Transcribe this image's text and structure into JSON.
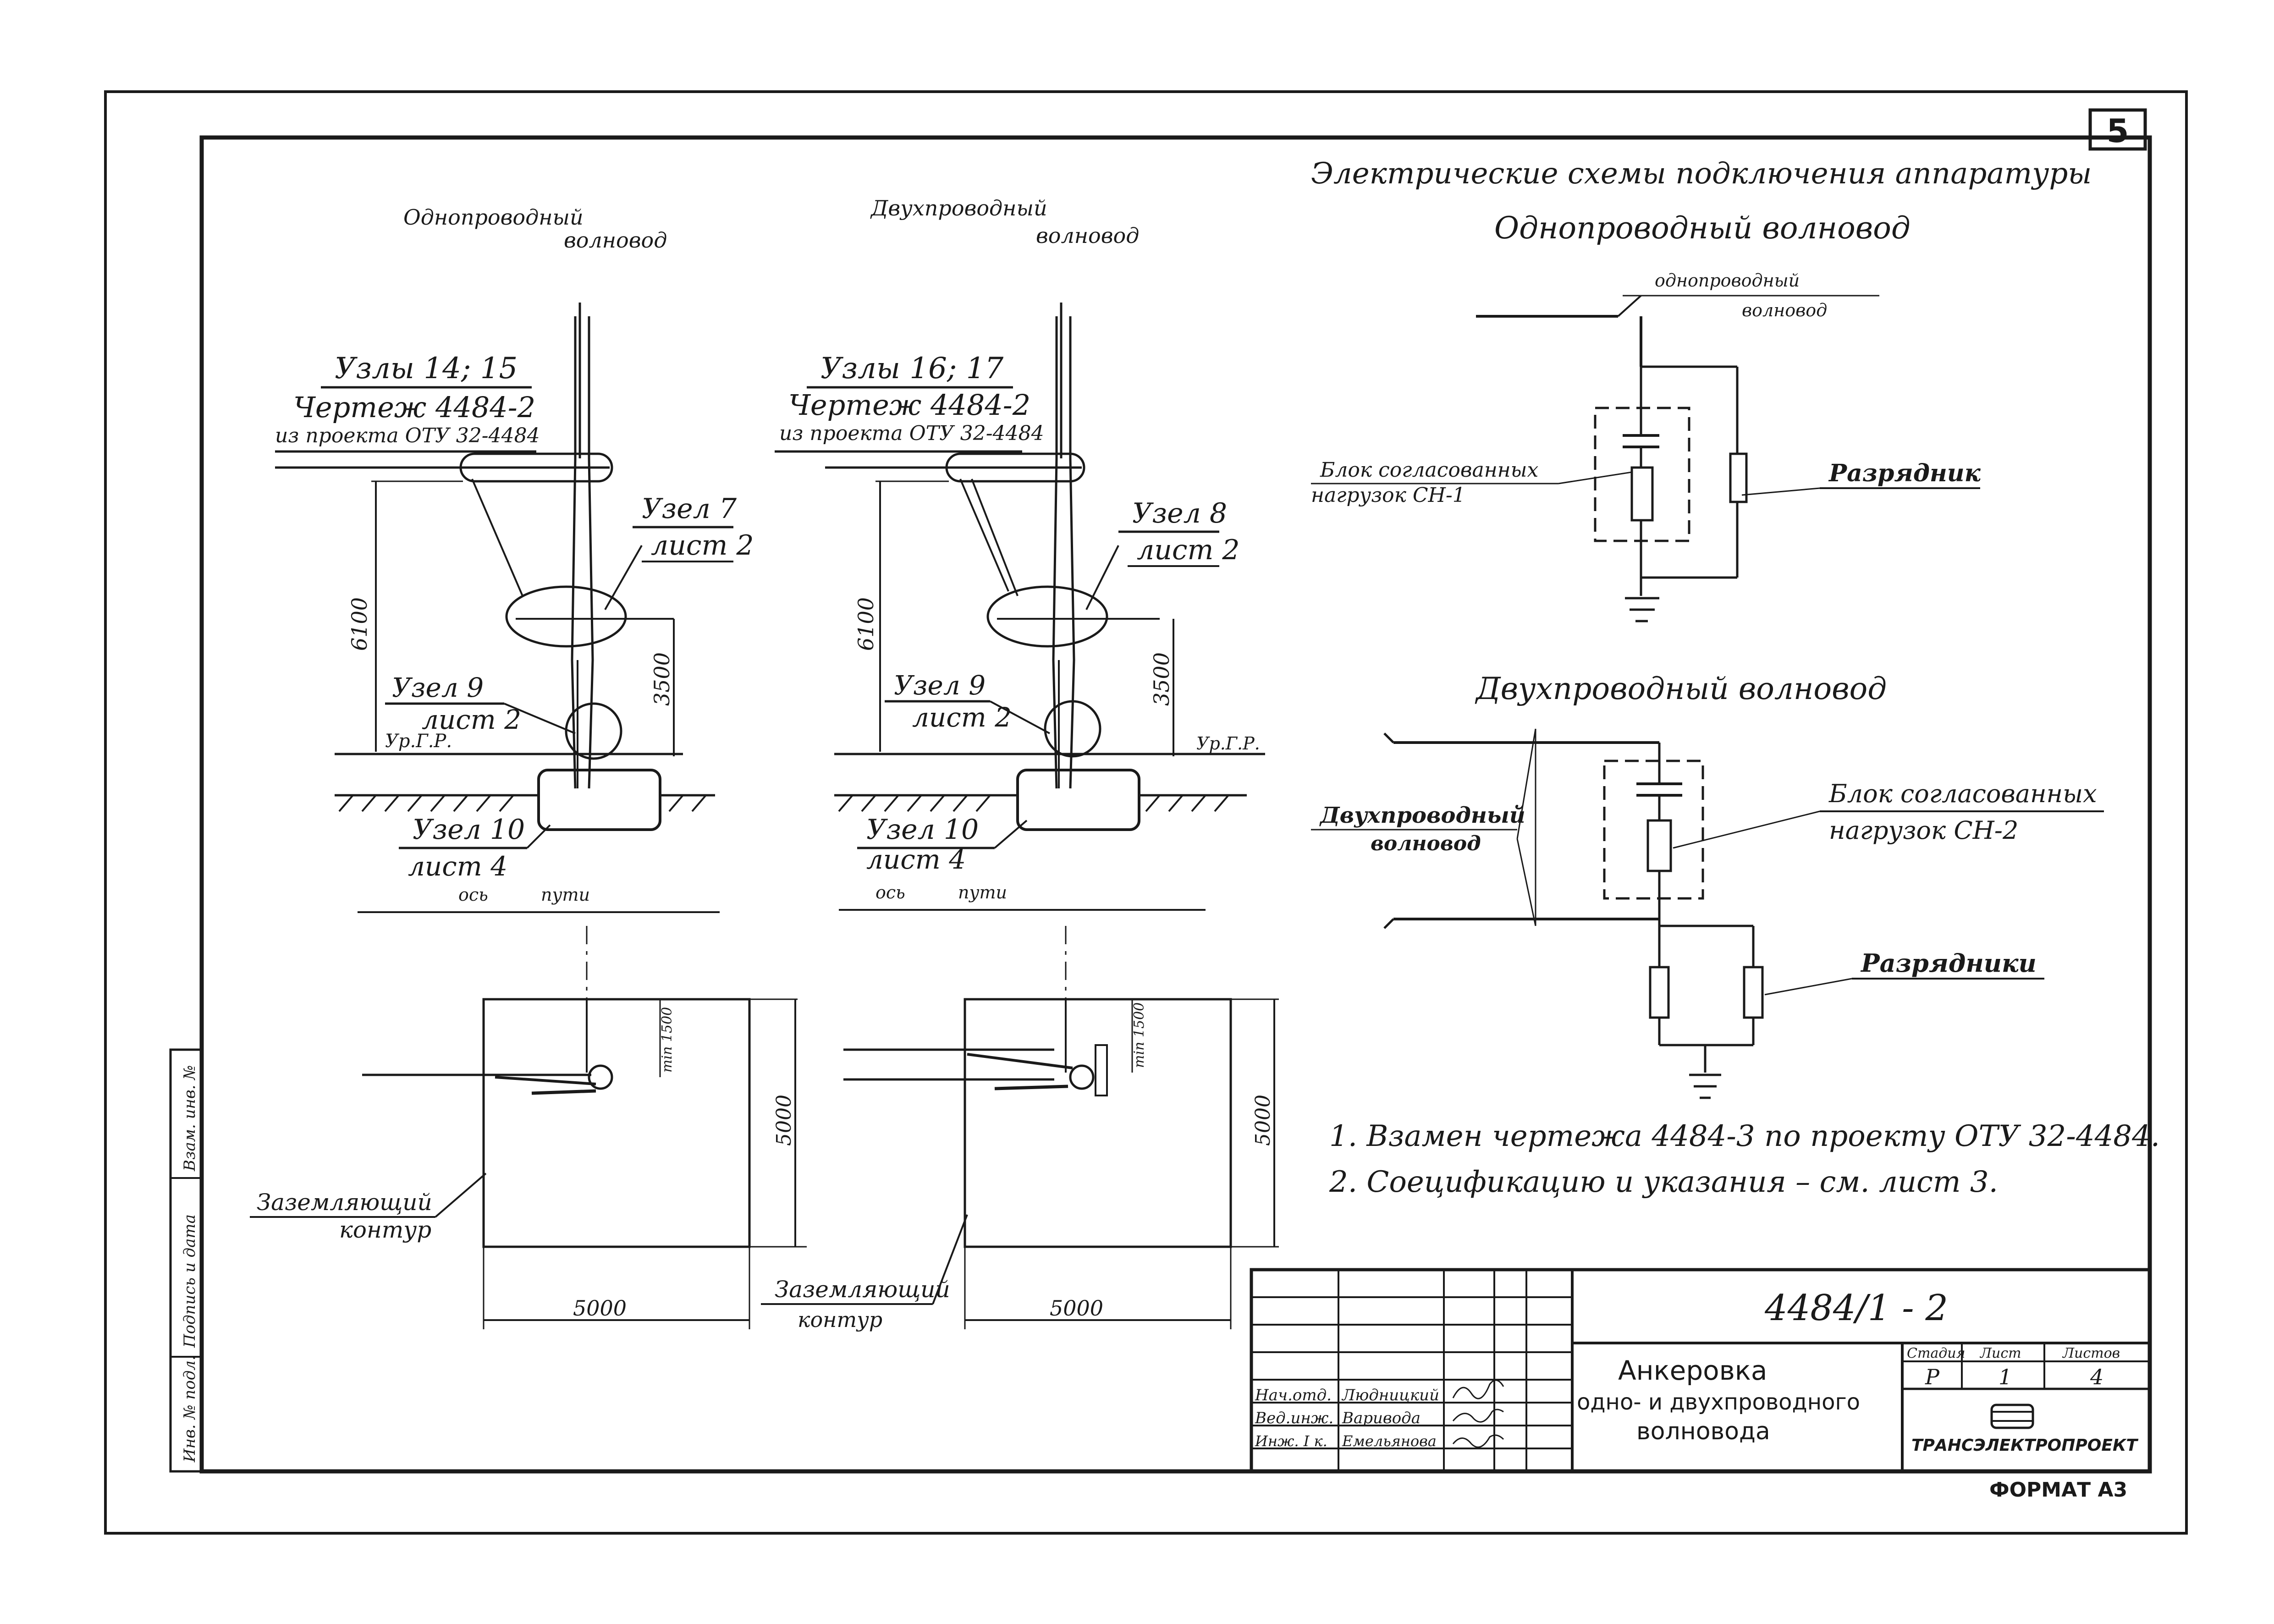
{
  "sheet_number": "5",
  "format_label": "ФОРМАТ А3",
  "right_schemes": {
    "main_title": "Электрические схемы подключения аппаратуры",
    "single": {
      "title": "Однопроводный волновод",
      "waveguide_label_line1": "однопроводный",
      "waveguide_label_line2": "волновод",
      "block_label_line1": "Блок согласованных",
      "block_label_line2": "нагрузок СН-1",
      "arrester_label": "Разрядник"
    },
    "double": {
      "title": "Двухпроводный волновод",
      "waveguide_label_line1": "Двухпроводный",
      "waveguide_label_line2": "волновод",
      "block_label_line1": "Блок согласованных",
      "block_label_line2": "нагрузок СН-2",
      "arrester_label": "Разрядники"
    }
  },
  "notes": [
    "1. Взамен чертежа 4484-3 по проекту ОТУ 32-4484.",
    "2. Соецификацию и указания – см. лист 3."
  ],
  "left_view": {
    "title_line1": "Однопроводный",
    "title_line2": "волновод",
    "nodes_line1": "Узлы 14; 15",
    "nodes_line2": "Чертеж 4484-2",
    "nodes_line3": "из проекта ОТУ 32-4484",
    "node_a_line1": "Узел 7",
    "node_a_line2": "лист 2",
    "node_b_line1": "Узел 9",
    "node_b_line2": "лист 2",
    "node_c_line1": "Узел 10",
    "node_c_line2": "лист 4",
    "dim_height": "6100",
    "dim_mid": "3500",
    "ground_level": "Ур.Г.Р.",
    "axis_label_1": "ось",
    "axis_label_2": "пути",
    "plan_min": "min 1500",
    "plan_dim_v": "5000",
    "plan_dim_h": "5000",
    "ground_contour_line1": "Заземляющий",
    "ground_contour_line2": "контур"
  },
  "mid_view": {
    "title_line1": "Двухпроводный",
    "title_line2": "волновод",
    "nodes_line1": "Узлы 16; 17",
    "nodes_line2": "Чертеж 4484-2",
    "nodes_line3": "из проекта ОТУ 32-4484",
    "node_a_line1": "Узел 8",
    "node_a_line2": "лист 2",
    "node_b_line1": "Узел 9",
    "node_b_line2": "лист 2",
    "node_c_line1": "Узел 10",
    "node_c_line2": "лист 4",
    "dim_height": "6100",
    "dim_mid": "3500",
    "ground_level": "Ур.Г.Р.",
    "axis_label_1": "ось",
    "axis_label_2": "пути",
    "plan_min": "min 1500",
    "plan_dim_v": "5000",
    "plan_dim_h": "5000",
    "ground_contour_line1": "Заземляющий",
    "ground_contour_line2": "контур"
  },
  "side_stamp": {
    "inv_podl": "Инв. № подл.",
    "podpis": "Подпись и дата",
    "vzam": "Взам. инв. №"
  },
  "title_block": {
    "doc_code": "4484/1 - 2",
    "title_line1": "Анкеровка",
    "title_line2": "одно- и двухпроводного",
    "title_line3": "волновода",
    "stage_header": "Стадия",
    "sheet_header": "Лист",
    "sheets_header": "Листов",
    "stage": "Р",
    "sheet": "1",
    "sheets": "4",
    "org": "ТРАНСЭЛЕКТРОПРОЕКТ",
    "signers": [
      {
        "role": "Нач.отд.",
        "name": "Людницкий"
      },
      {
        "role": "Вед.инж.",
        "name": "Варивода"
      },
      {
        "role": "Инж. I к.",
        "name": "Емельянова"
      }
    ]
  }
}
